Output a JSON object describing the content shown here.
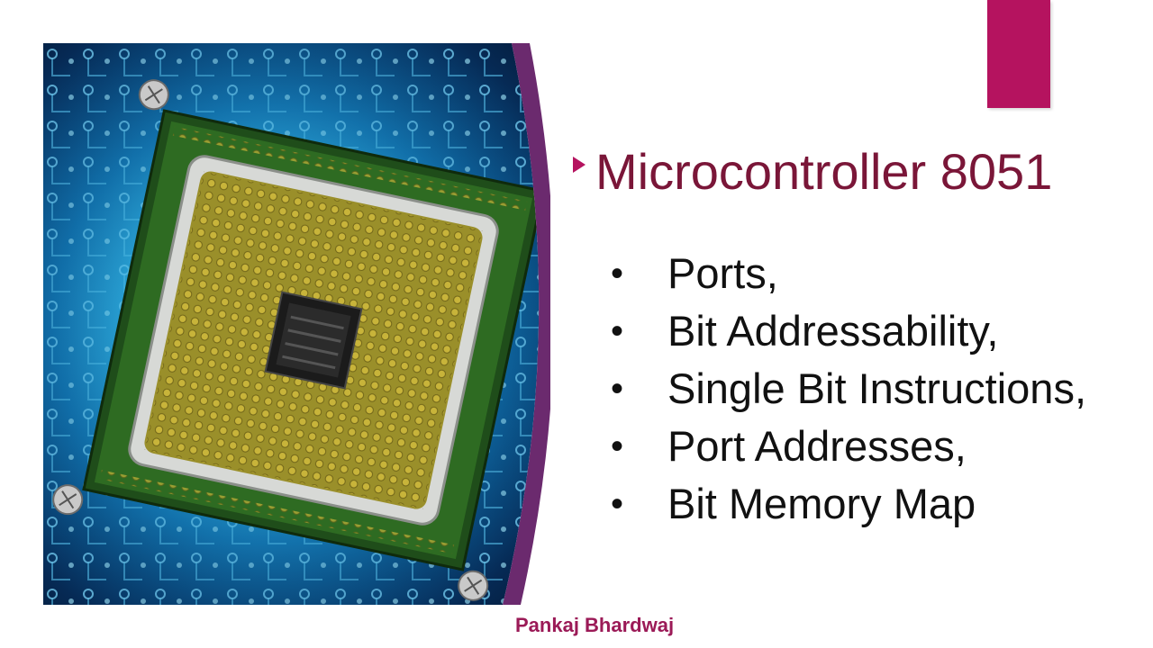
{
  "slide": {
    "title": "Microcontroller 8051",
    "bullets": [
      {
        "marker": "•",
        "text": "Ports,"
      },
      {
        "marker": "•",
        "text": "Bit Addressability,"
      },
      {
        "marker": "•",
        "text": "Single Bit Instructions,"
      },
      {
        "marker": "•",
        "text": "Port Addresses,"
      },
      {
        "marker": "•",
        "text": "Bit Memory Map"
      }
    ],
    "author": "Pankaj Bhardwaj"
  },
  "colors": {
    "title": "#7a1638",
    "accent": "#b5135f",
    "author": "#9b1a57",
    "text": "#111111"
  },
  "icons": {
    "title_marker": "triangle-right-icon",
    "image": "microprocessor-chip-photo"
  }
}
